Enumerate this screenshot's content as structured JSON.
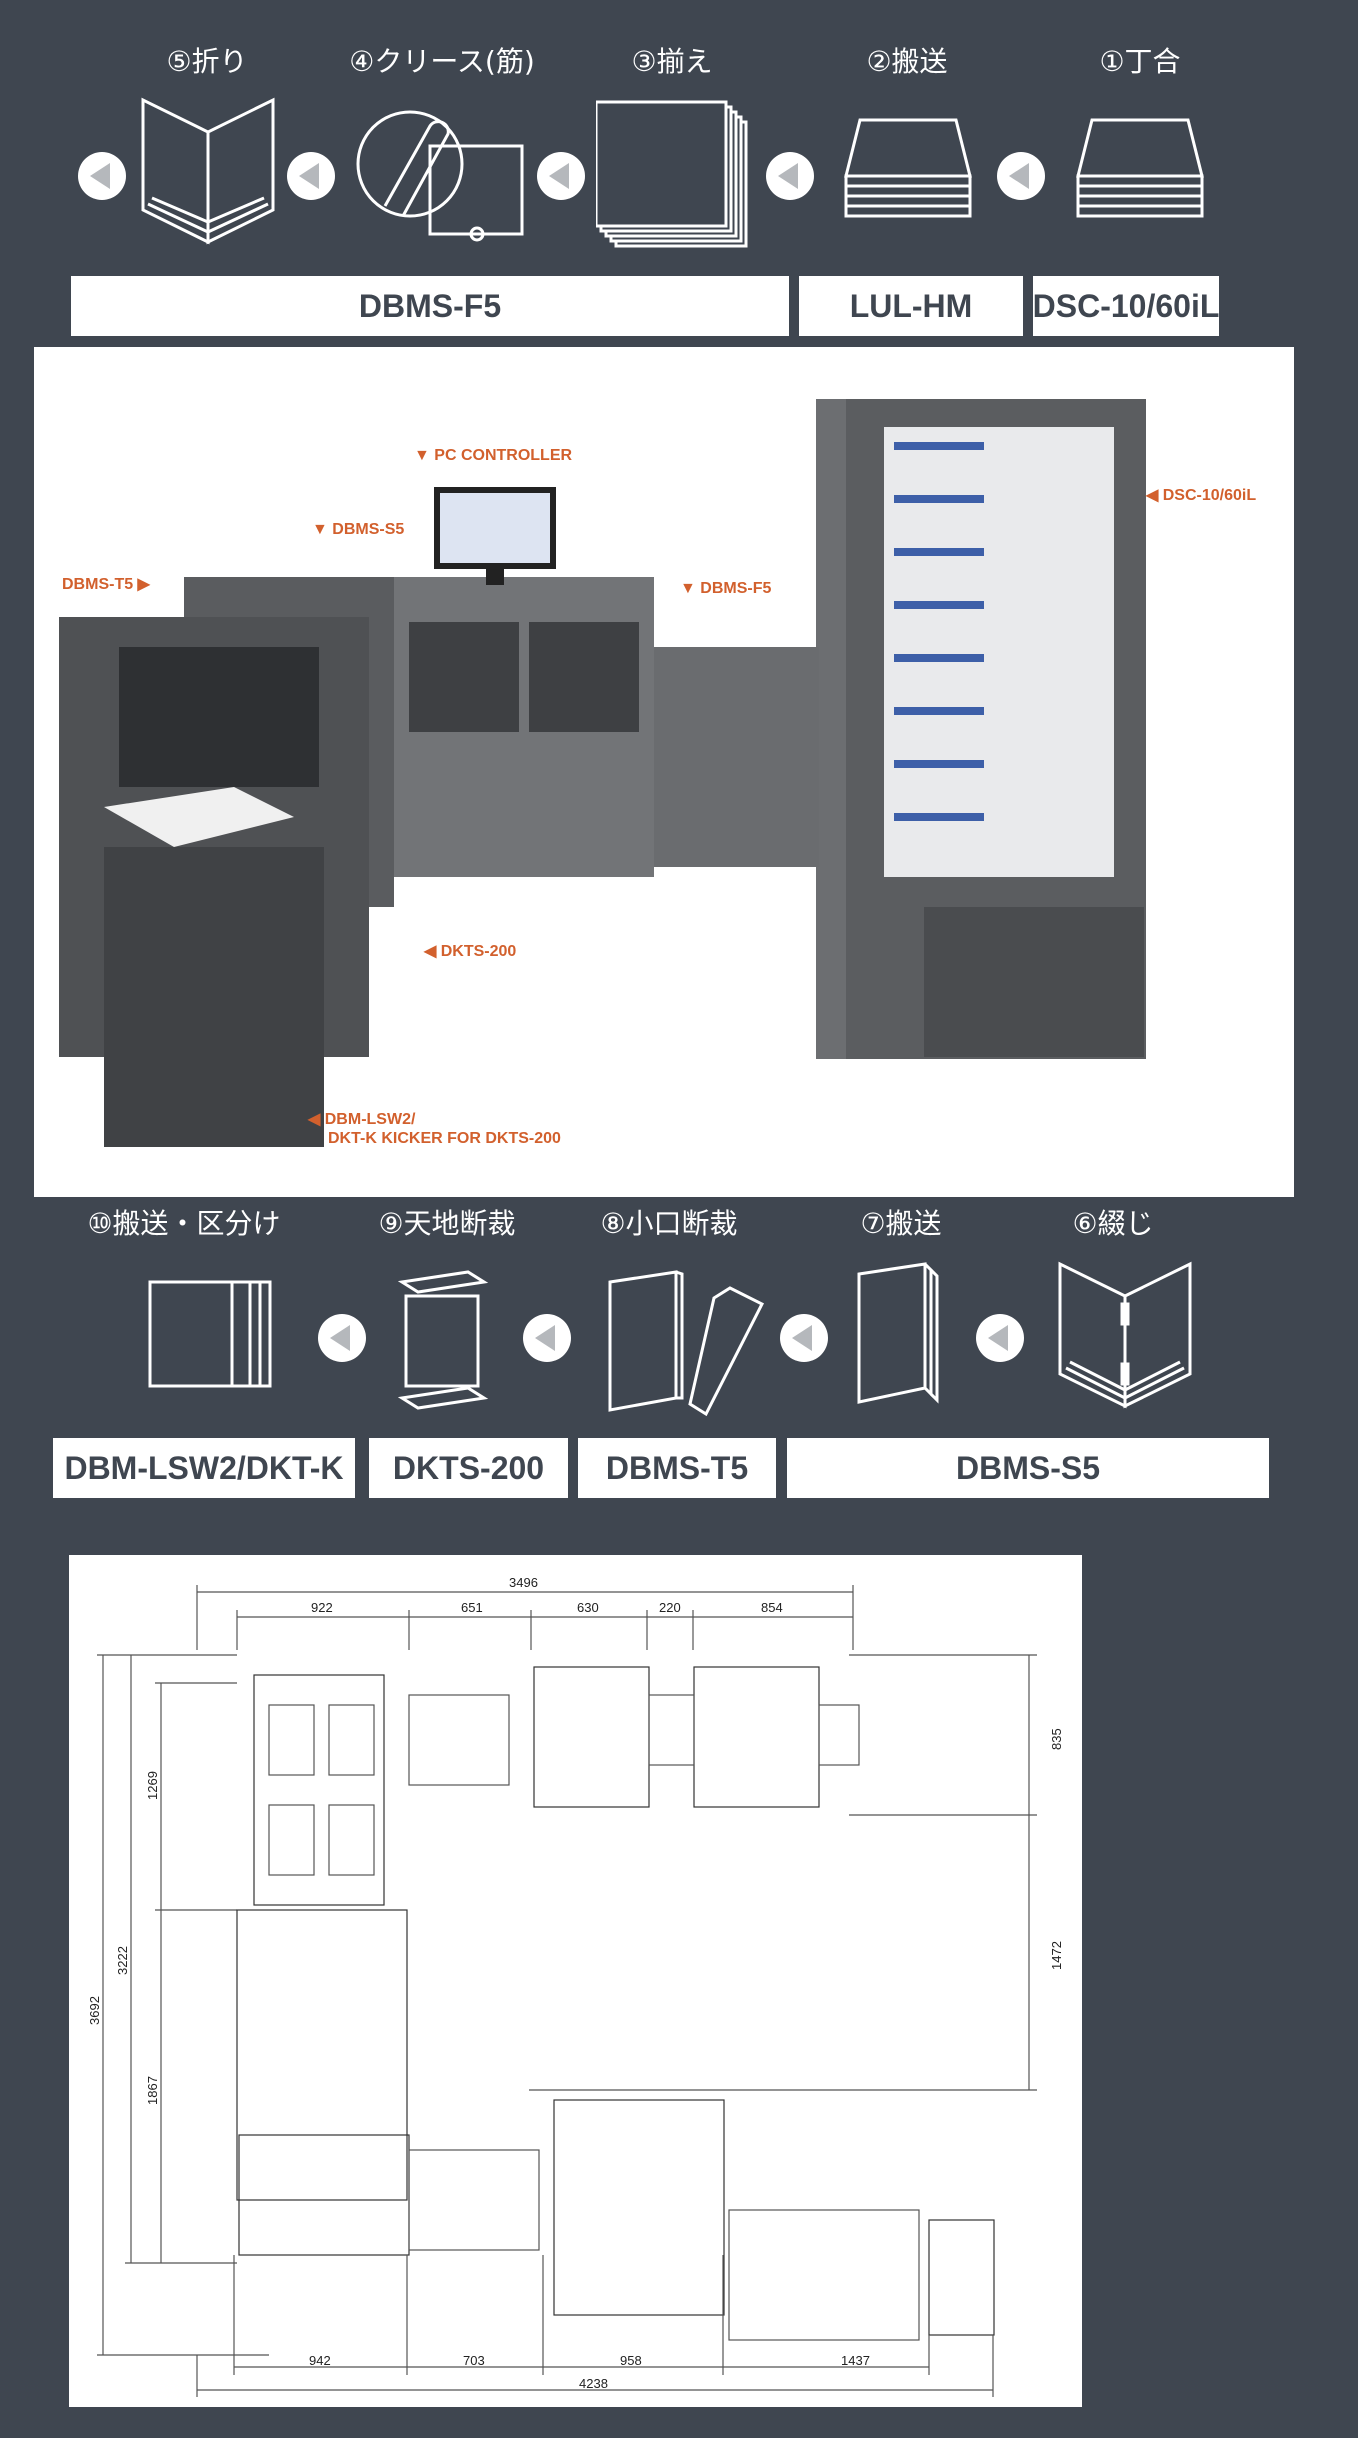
{
  "top_flow": {
    "steps": [
      {
        "label": "⑤折り",
        "icon": "fold-icon"
      },
      {
        "label": "④クリース(筋)",
        "icon": "crease-icon"
      },
      {
        "label": "③揃え",
        "icon": "jog-icon"
      },
      {
        "label": "②搬送",
        "icon": "transport-icon"
      },
      {
        "label": "①丁合",
        "icon": "collate-icon"
      }
    ],
    "models": [
      "DBMS-F5",
      "LUL-HM",
      "DSC-10/60iL"
    ]
  },
  "photo_callouts": {
    "pc_controller": "▼ PC CONTROLLER",
    "dsc": "◀ DSC-10/60iL",
    "dbms_s5": "▼ DBMS-S5",
    "dbms_t5": "DBMS-T5 ▶",
    "dbms_f5": "▼ DBMS-F5",
    "dkts": "◀ DKTS-200",
    "lsw_line1": "◀ DBM-LSW2/",
    "lsw_line2": "DKT-K KICKER FOR DKTS-200"
  },
  "bottom_flow": {
    "steps": [
      {
        "label": "⑩搬送・区分け",
        "icon": "sort-icon"
      },
      {
        "label": "⑨天地断裁",
        "icon": "head-foot-trim-icon"
      },
      {
        "label": "⑧小口断裁",
        "icon": "face-trim-icon"
      },
      {
        "label": "⑦搬送",
        "icon": "transport-book-icon"
      },
      {
        "label": "⑥綴じ",
        "icon": "stitch-icon"
      }
    ],
    "models": [
      "DBM-LSW2/DKT-K",
      "DKTS-200",
      "DBMS-T5",
      "DBMS-S5"
    ]
  },
  "drawing_dims": {
    "top_total": "3496",
    "top": [
      "922",
      "651",
      "630",
      "220",
      "854"
    ],
    "right": [
      "835",
      "1472"
    ],
    "left_outer": "3692",
    "left_mid": "3222",
    "left_inner": [
      "1269",
      "1867"
    ],
    "bottom": [
      "942",
      "703",
      "958",
      "1437"
    ],
    "bottom_total": "4238"
  }
}
